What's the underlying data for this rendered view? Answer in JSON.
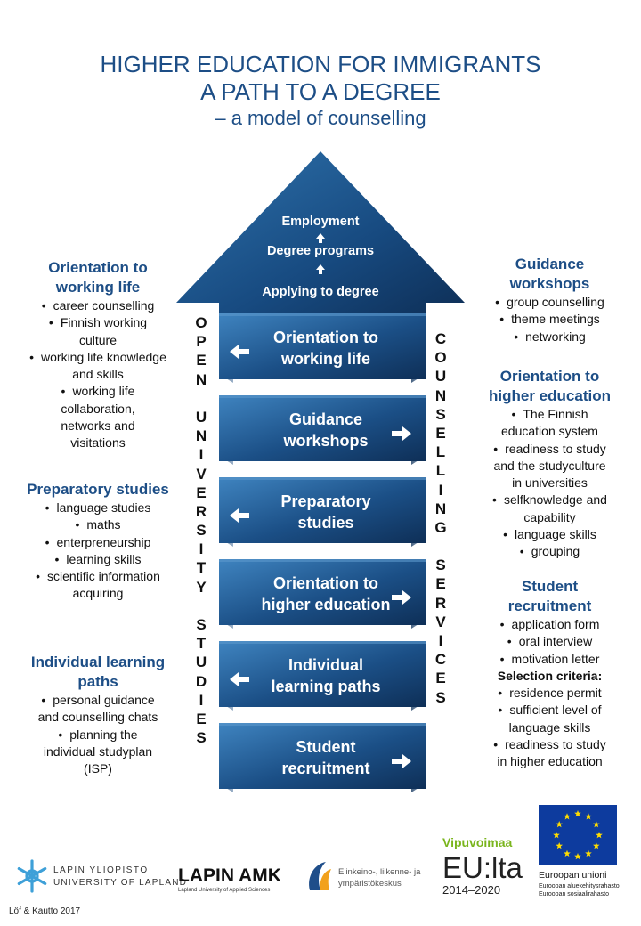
{
  "title": {
    "line1": "HIGHER EDUCATION FOR IMMIGRANTS",
    "line2": "A PATH TO A DEGREE",
    "line3": "– a model of counselling"
  },
  "arrow": {
    "top_labels": [
      "Employment",
      "Degree programs",
      "Applying to degree"
    ]
  },
  "steps": [
    {
      "line1": "Orientation to",
      "line2": "working life",
      "arrow": "left"
    },
    {
      "line1": "Guidance",
      "line2": "workshops",
      "arrow": "right"
    },
    {
      "line1": "Preparatory",
      "line2": "studies",
      "arrow": "left"
    },
    {
      "line1": "Orientation to",
      "line2": "higher education",
      "arrow": "right"
    },
    {
      "line1": "Individual",
      "line2": "learning paths",
      "arrow": "left"
    },
    {
      "line1": "Student",
      "line2": "recruitment",
      "arrow": "right"
    }
  ],
  "vertical_left": [
    "O",
    "P",
    "E",
    "N",
    "",
    "U",
    "N",
    "I",
    "V",
    "E",
    "R",
    "S",
    "I",
    "T",
    "Y",
    "",
    "S",
    "T",
    "U",
    "D",
    "I",
    "E",
    "S"
  ],
  "vertical_right": [
    "C",
    "O",
    "U",
    "N",
    "S",
    "E",
    "L",
    "L",
    "I",
    "N",
    "G",
    "",
    "S",
    "E",
    "R",
    "V",
    "I",
    "C",
    "E",
    "S"
  ],
  "left_panels": [
    {
      "heading": [
        "Orientation to",
        "working life"
      ],
      "items": [
        {
          "lines": [
            "career counselling"
          ]
        },
        {
          "lines": [
            "Finnish working",
            "culture"
          ]
        },
        {
          "lines": [
            "working life knowledge",
            "and skills"
          ]
        },
        {
          "lines": [
            "working life",
            "collaboration,",
            "networks and",
            "visitations"
          ]
        }
      ]
    },
    {
      "heading": [
        "Preparatory studies"
      ],
      "items": [
        {
          "lines": [
            "language studies"
          ]
        },
        {
          "lines": [
            "maths"
          ]
        },
        {
          "lines": [
            "enterpreneurship"
          ]
        },
        {
          "lines": [
            "learning skills"
          ]
        },
        {
          "lines": [
            "scientific information",
            "acquiring"
          ]
        }
      ]
    },
    {
      "heading": [
        "Individual learning",
        "paths"
      ],
      "items": [
        {
          "lines": [
            "personal guidance",
            "and counselling chats"
          ]
        },
        {
          "lines": [
            "planning the",
            "individual studyplan",
            "(ISP)"
          ]
        }
      ]
    }
  ],
  "right_panels": [
    {
      "heading": [
        "Guidance",
        "workshops"
      ],
      "items": [
        {
          "lines": [
            "group counselling"
          ]
        },
        {
          "lines": [
            "theme meetings"
          ]
        },
        {
          "lines": [
            "networking"
          ]
        }
      ]
    },
    {
      "heading": [
        "Orientation to",
        "higher education"
      ],
      "items": [
        {
          "lines": [
            "The Finnish",
            "education system"
          ]
        },
        {
          "lines": [
            "readiness to study",
            "and the studyculture",
            "in universities"
          ]
        },
        {
          "lines": [
            "selfknowledge and",
            "capability"
          ]
        },
        {
          "lines": [
            "language skills"
          ]
        },
        {
          "lines": [
            "grouping"
          ]
        }
      ]
    },
    {
      "heading": [
        "Student",
        "recruitment"
      ],
      "items": [
        {
          "lines": [
            "application form"
          ]
        },
        {
          "lines": [
            "oral interview"
          ]
        },
        {
          "lines": [
            "motivation letter"
          ]
        },
        {
          "lines": [
            "Selection criteria:"
          ],
          "bold": true
        },
        {
          "lines": [
            "residence permit"
          ]
        },
        {
          "lines": [
            "sufficient level of",
            "language skills"
          ]
        },
        {
          "lines": [
            "readiness to study",
            "in higher education"
          ]
        }
      ]
    }
  ],
  "logos": {
    "lapland_uni_fi": "LAPIN YLIOPISTO",
    "lapland_uni_en": "UNIVERSITY OF LAPLAND",
    "lapin_amk": "LAPIN AMK",
    "lapin_amk_sub": "Lapland University of Applied Sciences",
    "ely_line1": "Elinkeino-, liikenne- ja",
    "ely_line2": "ympäristökeskus",
    "vipu_top": "Vipuvoimaa",
    "vipu_mid": "EU:lta",
    "vipu_years": "2014–2020",
    "eu_name": "Euroopan unioni",
    "eu_fund1": "Euroopan aluekehitysrahasto",
    "eu_fund2": "Euroopan sosiaalirahasto"
  },
  "credit": "Löf & Kautto 2017",
  "colors": {
    "title_blue": "#1d4e86",
    "arrow_dark": "#0e2f57",
    "arrow_light": "#2e6ea8"
  }
}
